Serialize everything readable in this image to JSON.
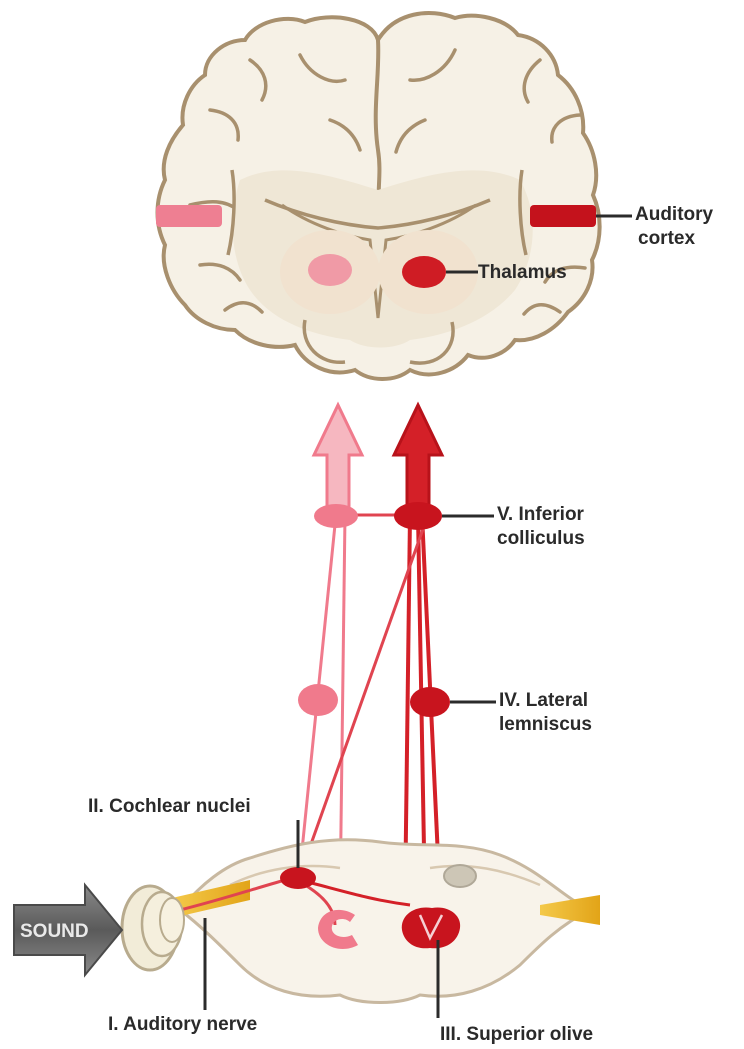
{
  "labels": {
    "auditory_cortex": [
      "Auditory",
      "cortex"
    ],
    "thalamus": "Thalamus",
    "inferior_colliculus": [
      "V. Inferior",
      "colliculus"
    ],
    "lateral_lemniscus": [
      "IV. Lateral",
      "lemniscus"
    ],
    "cochlear_nuclei": "II. Cochlear nuclei",
    "auditory_nerve": "I. Auditory nerve",
    "superior_olive": "III. Superior olive",
    "sound": "SOUND"
  },
  "colors": {
    "tissue": "#f5f0e6",
    "outline": "#a89070",
    "white_matter": "#efe8d8",
    "light_pathway": "#f08a9a",
    "dark_pathway": "#d8202a",
    "dark_nucleus": "#c8141e",
    "nerve": "#e8b020",
    "arrow_gray": "#707070"
  }
}
